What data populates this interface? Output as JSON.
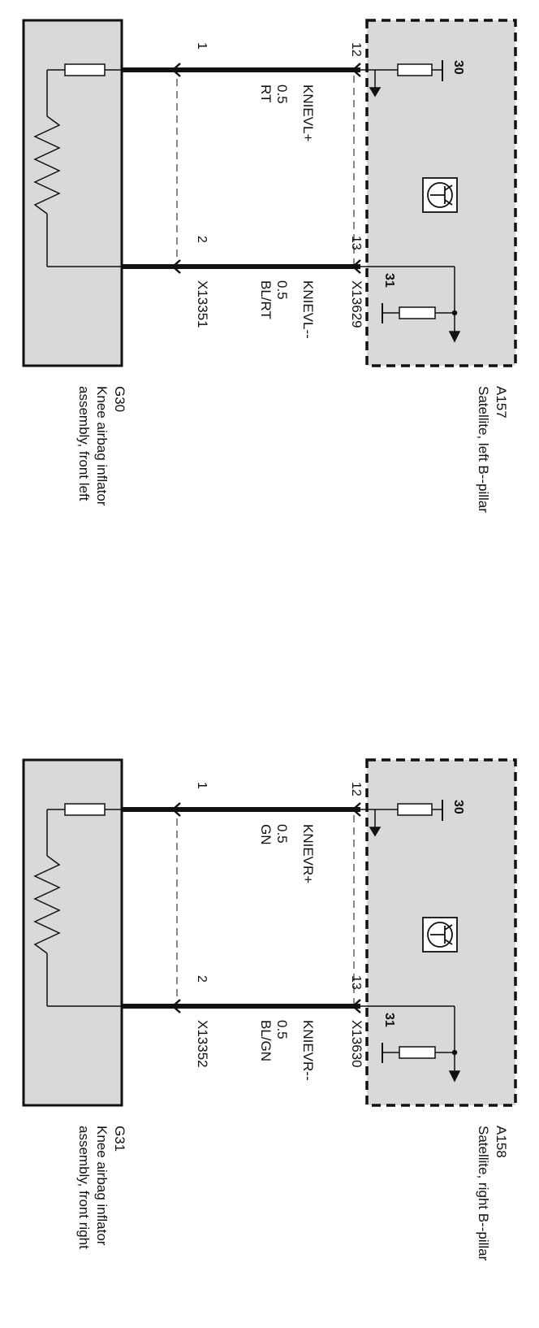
{
  "colors": {
    "panel_fill": "#d9d9d9",
    "line": "#111111",
    "background": "#ffffff"
  },
  "circuits": [
    {
      "satellite": {
        "id": "A157",
        "name": "Satellite, left B--pillar",
        "connector": "X13629",
        "pin_plus": "12",
        "pin_minus": "13",
        "terminal_30": "30",
        "terminal_31": "31",
        "icon": "transistor-icon"
      },
      "inflator": {
        "id": "G30",
        "name_line1": "Knee airbag inflator",
        "name_line2": "assembly, front left",
        "connector": "X13351",
        "pin_plus": "1",
        "pin_minus": "2",
        "icon": "squib-resistor-icon"
      },
      "wire_plus": {
        "signal": "KNIEVL+",
        "size": "0.5",
        "color": "RT"
      },
      "wire_minus": {
        "signal": "KNIEVL--",
        "size": "0.5",
        "color": "BL/RT"
      }
    },
    {
      "satellite": {
        "id": "A158",
        "name": "Satellite, right B--pillar",
        "connector": "X13630",
        "pin_plus": "12",
        "pin_minus": "13",
        "terminal_30": "30",
        "terminal_31": "31",
        "icon": "transistor-icon"
      },
      "inflator": {
        "id": "G31",
        "name_line1": "Knee airbag inflator",
        "name_line2": "assembly, front right",
        "connector": "X13352",
        "pin_plus": "1",
        "pin_minus": "2",
        "icon": "squib-resistor-icon"
      },
      "wire_plus": {
        "signal": "KNIEVR+",
        "size": "0.5",
        "color": "GN"
      },
      "wire_minus": {
        "signal": "KNIEVR--",
        "size": "0.5",
        "color": "BL/GN"
      }
    }
  ]
}
